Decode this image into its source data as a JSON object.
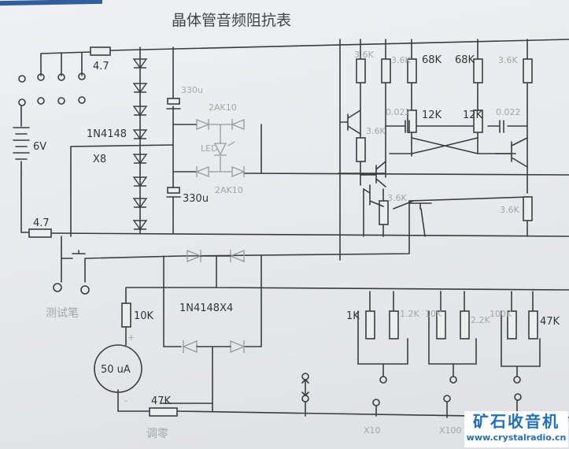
{
  "title": "晶体管音频阻抗表",
  "battery": {
    "label": "6V"
  },
  "resistors": {
    "r_top": "4.7",
    "r_bottom": "4.7",
    "r_meter": "10K",
    "pot_zero": "47K"
  },
  "diode_chain": {
    "part": "1N4148",
    "count": "X8"
  },
  "capacitors": {
    "c1": "330u",
    "c2": "330u",
    "c3": "0.022",
    "c4": "0.022"
  },
  "bridge_top": {
    "d1": "2AK10",
    "d2": "2AK10",
    "led": "LED"
  },
  "oscillator": {
    "r1": "3.6K",
    "r2": "3.6K",
    "r3": "68K",
    "r4": "68K",
    "r5": "3.6K",
    "r6": "12K",
    "r7": "12K",
    "r8": "3.6K",
    "r9": "3.6K",
    "r10": "3.6K"
  },
  "meter": {
    "label": "50 uA",
    "plus": "+",
    "minus": "-"
  },
  "rectifier": {
    "label": "1N4148X4"
  },
  "range_resistors": {
    "a1": "1K",
    "a2": "1.2K",
    "b1": "10K",
    "b2": "2.2K",
    "c1": "100K",
    "c2": "47K"
  },
  "range_labels": {
    "x10": "X10",
    "x100": "X100"
  },
  "notes": {
    "test_pens": "测试笔",
    "zero_adjust": "调零"
  },
  "watermark": {
    "line1": "矿石收音机",
    "line2": "www.crystalradio.cn"
  }
}
